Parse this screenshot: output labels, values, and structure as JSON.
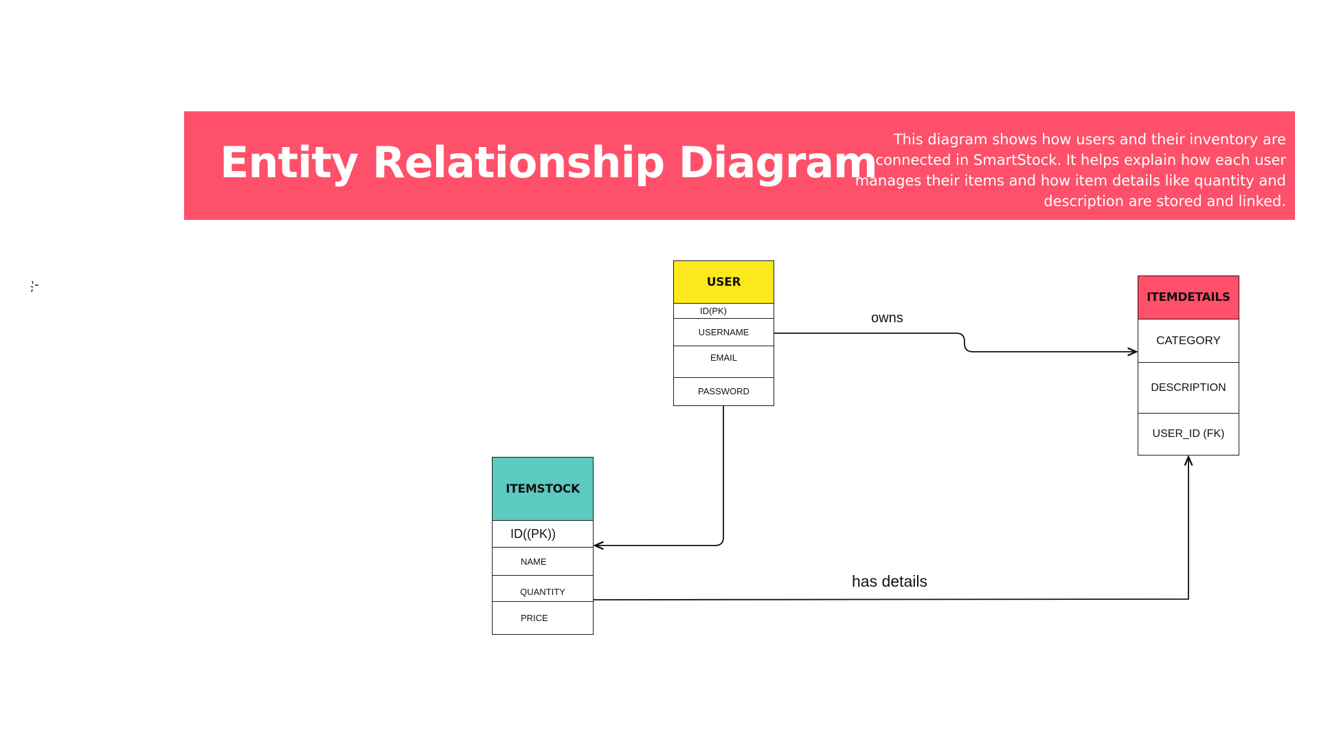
{
  "banner": {
    "title": "Entity Relationship Diagram",
    "description": "This diagram shows how users and their inventory are connected in SmartStock. It helps explain how each user manages their items and how item details like quantity and description are stored and linked.",
    "background_color": "#fe506a"
  },
  "spinner_icon": "loading-spinner-icon",
  "entities": {
    "user": {
      "name": "USER",
      "color": "#fde81c",
      "fields": [
        "ID(PK)",
        "USERNAME",
        "EMAIL",
        "PASSWORD"
      ]
    },
    "itemstock": {
      "name": "ITEMSTOCK",
      "color": "#5ccabf",
      "fields": [
        "ID((PK))",
        "NAME",
        "QUANTITY",
        "PRICE"
      ]
    },
    "itemdetails": {
      "name": "ITEMDETAILS",
      "color": "#fe506a",
      "fields": [
        "CATEGORY",
        "DESCRIPTION",
        "USER_ID (FK)"
      ]
    }
  },
  "relationships": {
    "owns": "owns",
    "has_details": "has details"
  }
}
